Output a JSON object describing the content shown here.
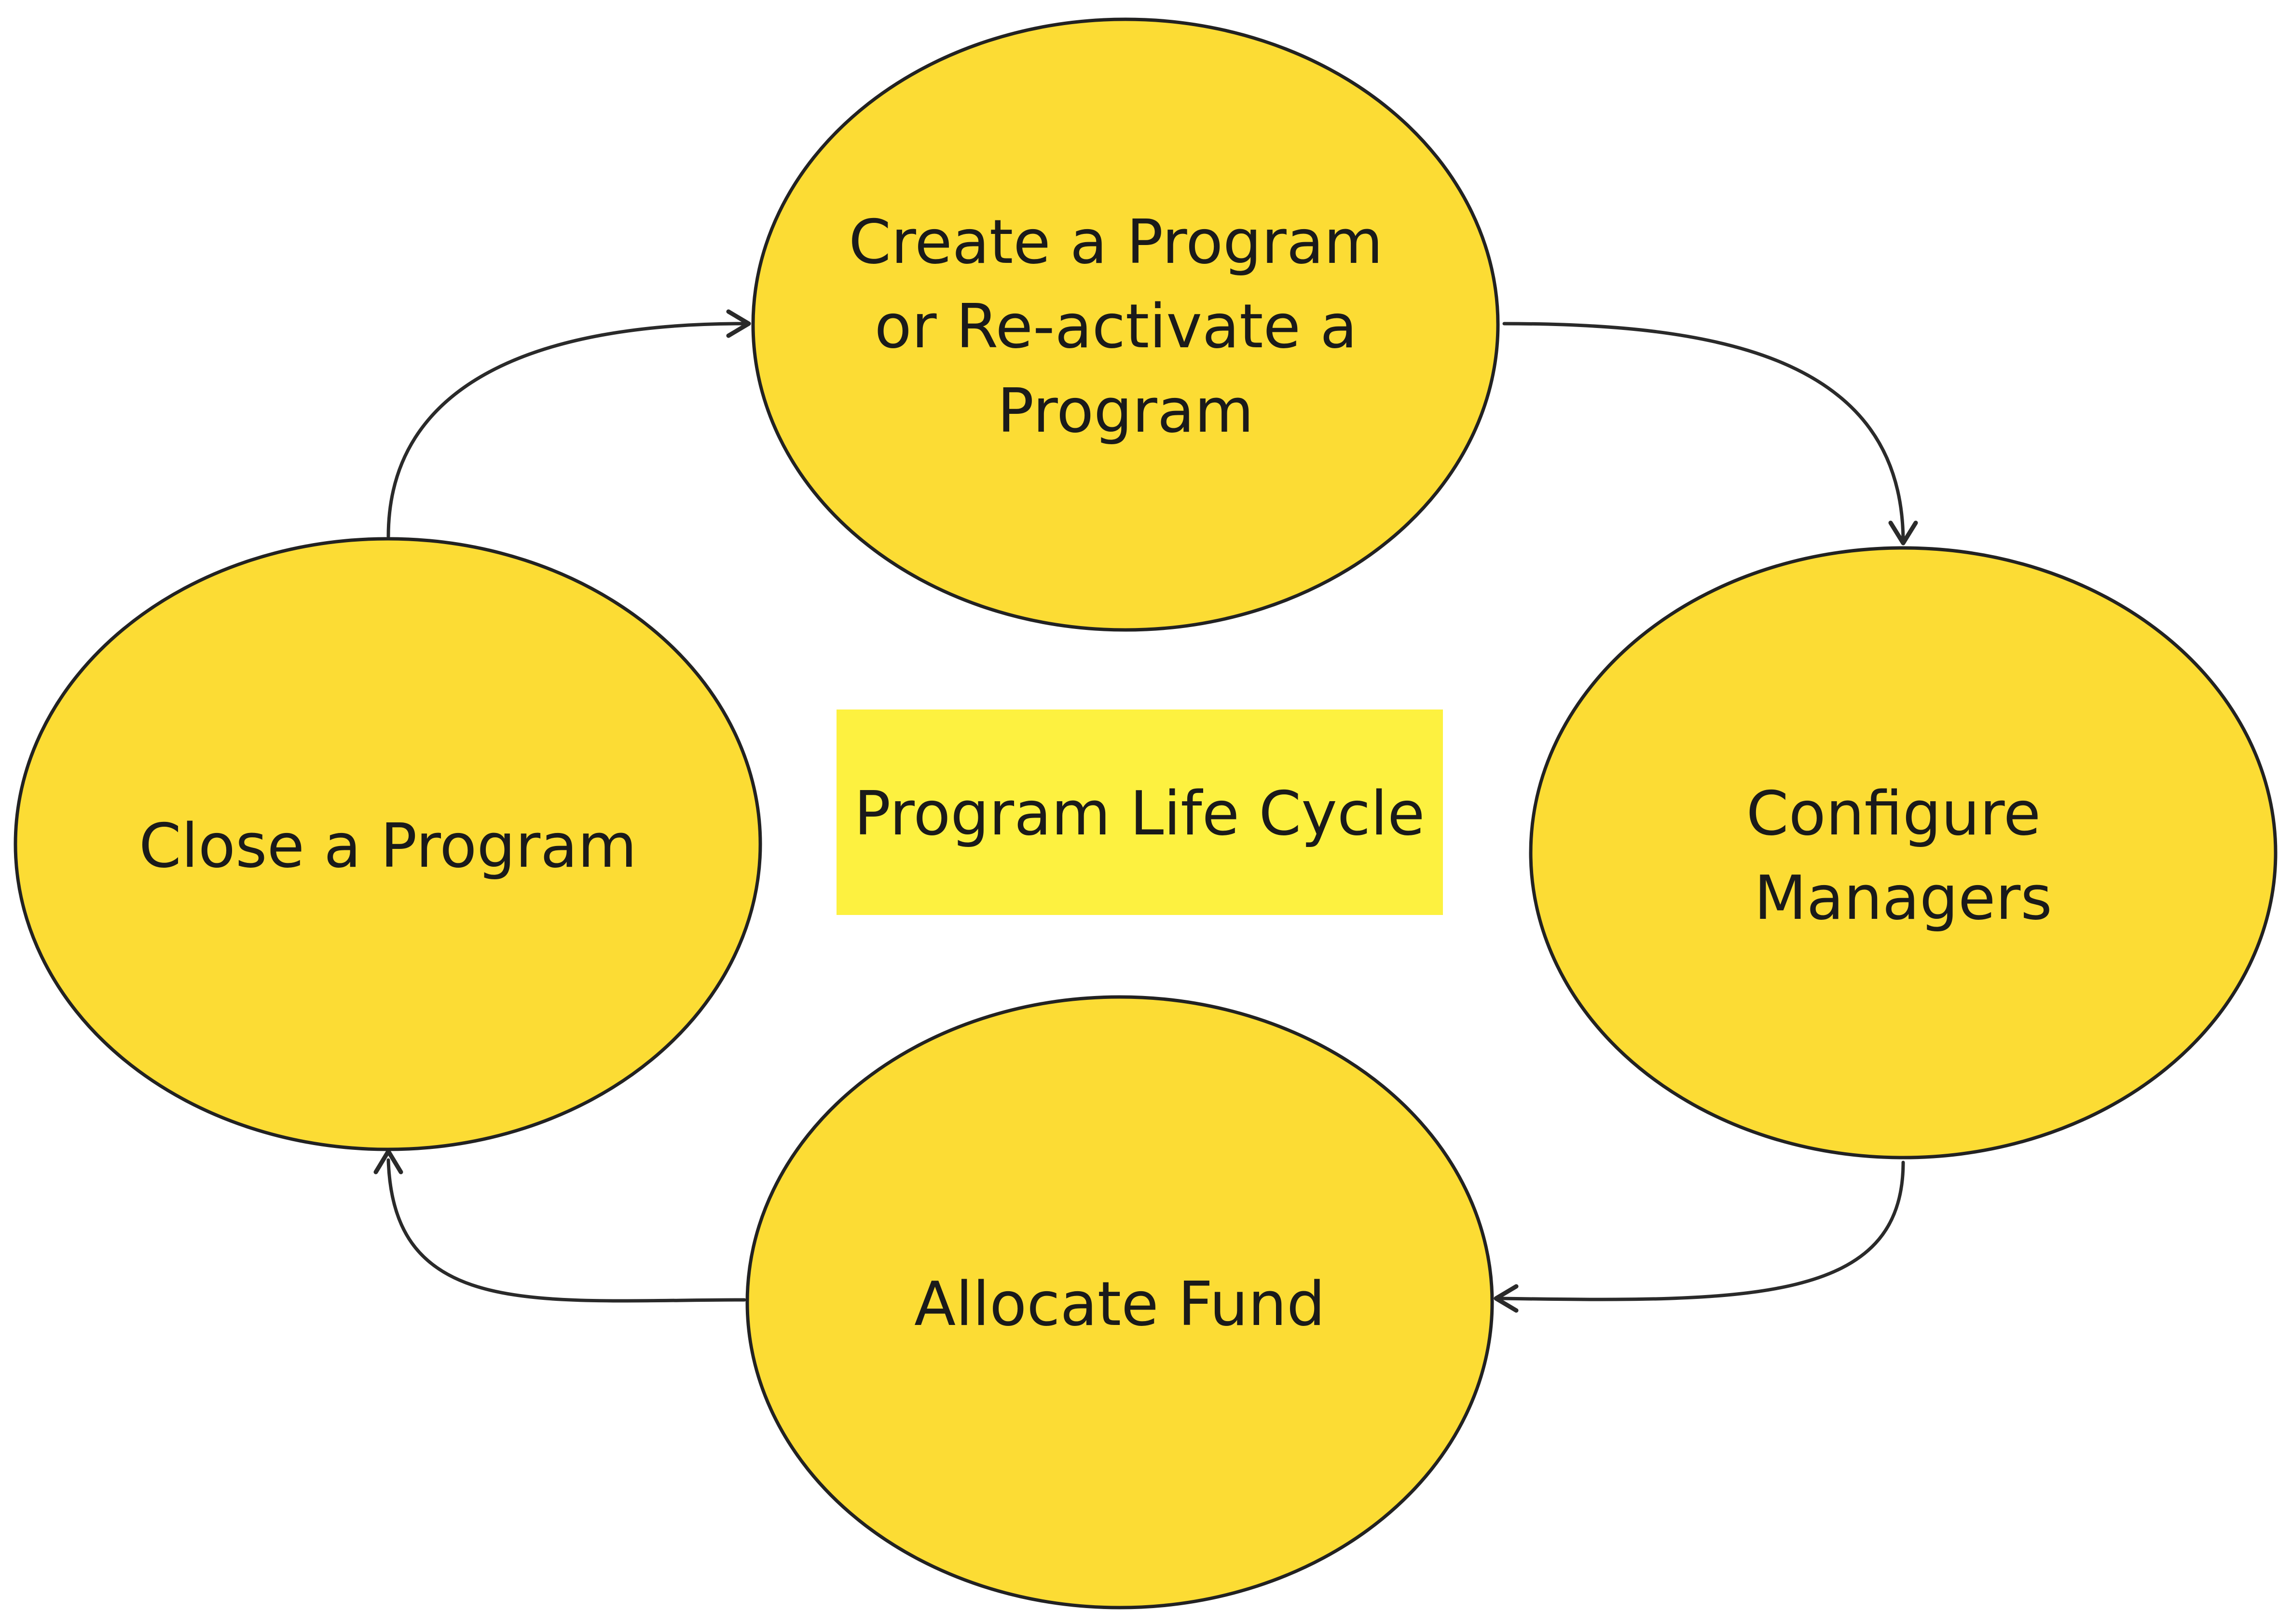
{
  "diagram": {
    "title": "Program Life Cycle",
    "nodes": {
      "create": {
        "lines": [
          "Create a Program",
          "or Re-activate a",
          "Program"
        ]
      },
      "configure": {
        "lines": [
          "Configure",
          "Managers"
        ]
      },
      "allocate": {
        "lines": [
          "Allocate Fund"
        ]
      },
      "close": {
        "lines": [
          "Close a Program"
        ]
      }
    },
    "colors": {
      "node_fill": "#fcdc34",
      "title_fill": "#fdf140",
      "outline": "#222222",
      "text": "#1a1a1a"
    },
    "edges": [
      {
        "from": "create",
        "to": "configure"
      },
      {
        "from": "configure",
        "to": "allocate"
      },
      {
        "from": "allocate",
        "to": "close"
      },
      {
        "from": "close",
        "to": "create"
      }
    ]
  }
}
